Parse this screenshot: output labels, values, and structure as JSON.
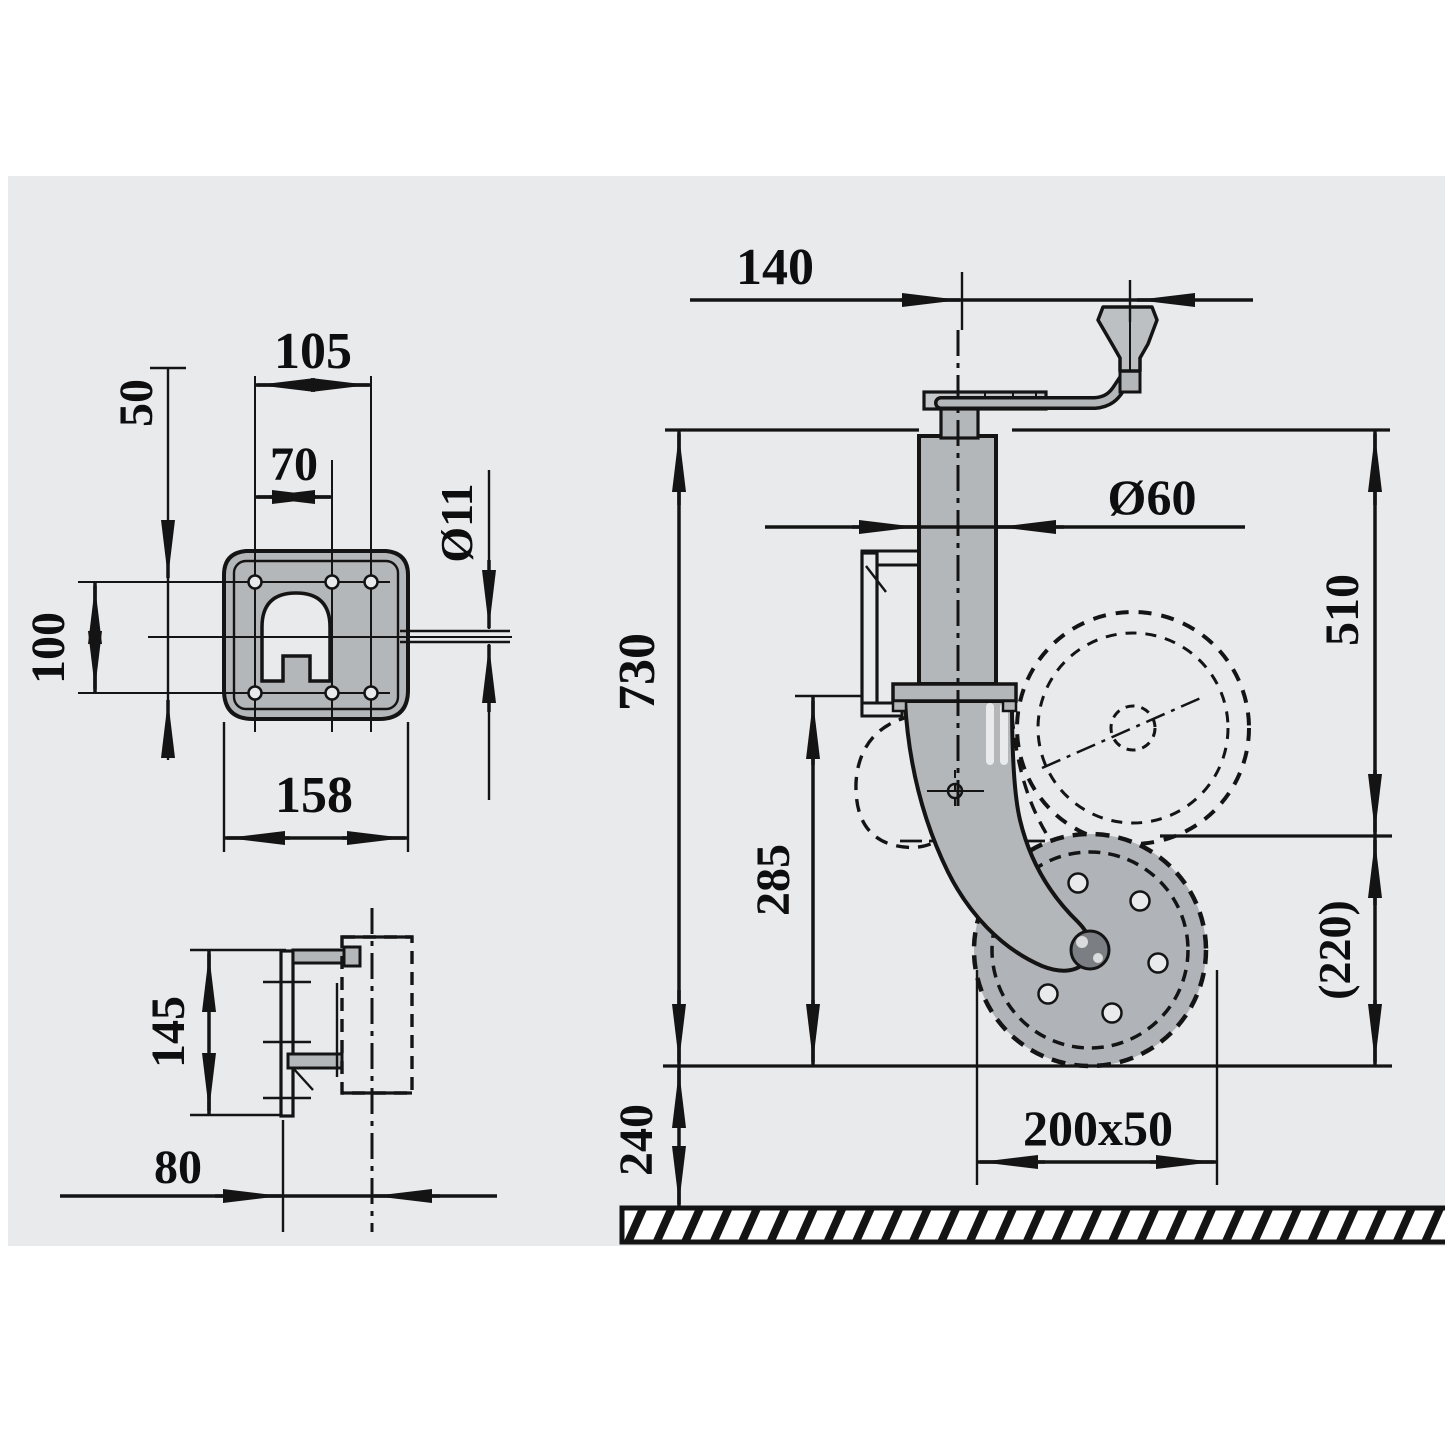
{
  "drawing": {
    "type": "technical-dimension-drawing",
    "subject": "trailer jockey wheel with clamp bracket",
    "colors": {
      "panel_background": "#e8eaec",
      "line": "#141414",
      "part_fill": "#b4b7ba",
      "knob_fill": "#bdc0c3",
      "hub_fill": "#7b7f83"
    },
    "dims": {
      "plate": {
        "outer_hole_span": "105",
        "inner_hole_span": "70",
        "top_offset": "50",
        "row_spacing": "100",
        "plate_width": "158",
        "hole_diameter": "Ø11"
      },
      "clamp": {
        "bracket_height": "145",
        "face_offset": "80"
      },
      "main": {
        "crank_radius": "140",
        "tube_diameter": "Ø60",
        "extension": "510",
        "overall_height": "730",
        "swivel_height": "285",
        "wheel_diameter": "(220)",
        "ground_clearance": "240",
        "wheel_size": "200x50"
      }
    }
  }
}
